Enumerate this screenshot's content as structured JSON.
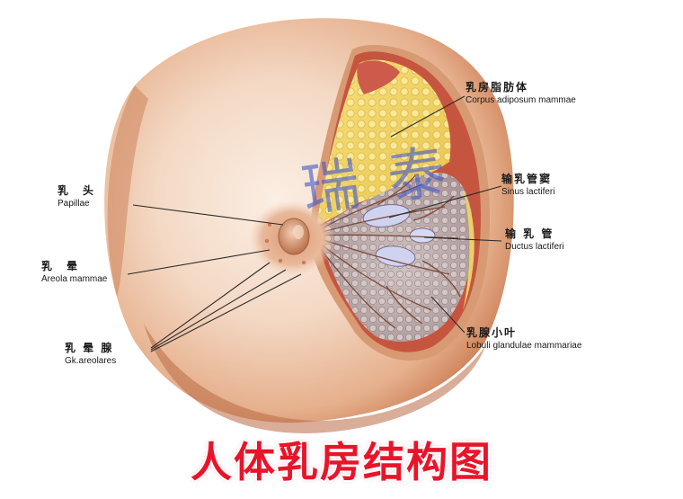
{
  "labels": {
    "corpus": {
      "cn": "乳房脂肪体",
      "en": "Corpus adiposum mammae"
    },
    "papillae": {
      "cn": "乳　头",
      "en": "Papillae"
    },
    "sinus": {
      "cn": "输乳管窦",
      "en": "Sinus lactiferi"
    },
    "ductus": {
      "cn": "输 乳 管",
      "en": "Ductus lactiferi"
    },
    "areola": {
      "cn": "乳　晕",
      "en": "Areola mammae"
    },
    "lobuli": {
      "cn": "乳腺小叶",
      "en": "Lobuli glandulae mammariae"
    },
    "glands": {
      "cn": "乳 晕 腺",
      "en": "Gk.areolares"
    }
  },
  "title": "人体乳房结构图",
  "watermark": "瑞 泰",
  "colors": {
    "skin_light": "#f6e2d3",
    "skin_mid": "#e9b898",
    "skin_dark": "#c97a52",
    "fat": "#f1d76a",
    "gland": "#b9aaa6",
    "title": "#e8152a",
    "watermark": "#465ac8"
  }
}
